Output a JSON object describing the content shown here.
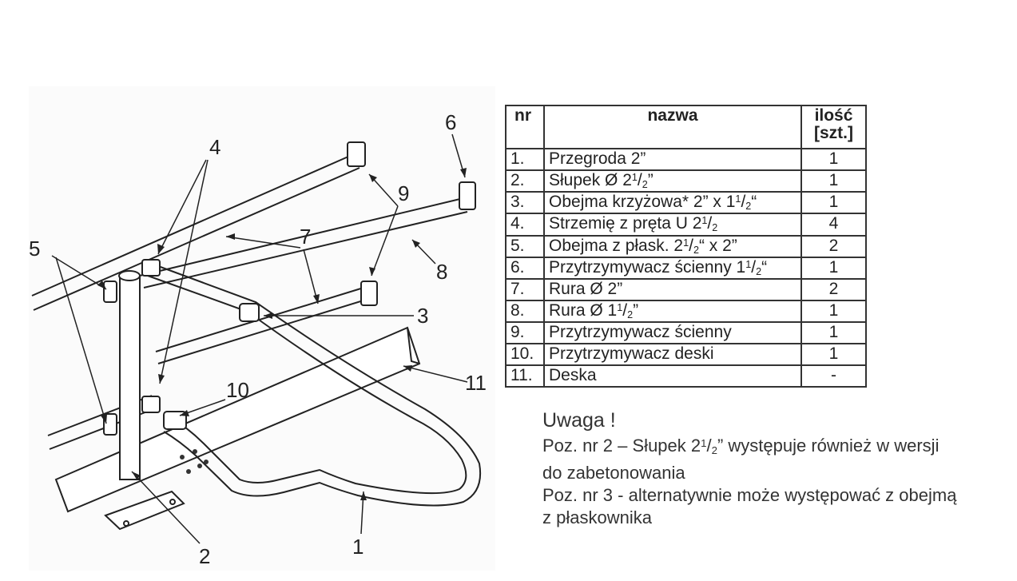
{
  "diagram": {
    "callouts": [
      "1",
      "2",
      "3",
      "4",
      "5",
      "6",
      "7",
      "8",
      "9",
      "10",
      "11"
    ]
  },
  "table": {
    "headers": {
      "nr": "nr",
      "name": "nazwa",
      "qty_line1": "ilość",
      "qty_line2": "[szt.]"
    },
    "rows": [
      {
        "nr": "1.",
        "name": {
          "text": "Przegroda 2”"
        },
        "qty": "1"
      },
      {
        "nr": "2.",
        "name": {
          "pre": "Słupek Ø 2",
          "sup": "1",
          "slash": "/",
          "sub": "2",
          "post": "”"
        },
        "qty": "1"
      },
      {
        "nr": "3.",
        "name": {
          "pre": "Obejma krzyżowa* 2” x 1",
          "sup": "1",
          "slash": "/",
          "sub": "2",
          "post": "“"
        },
        "qty": "1"
      },
      {
        "nr": "4.",
        "name": {
          "pre": "Strzemię z pręta U 2",
          "sup": "1",
          "slash": "/",
          "sub": "2",
          "post": ""
        },
        "qty": "4"
      },
      {
        "nr": "5.",
        "name": {
          "pre": "Obejma z płask.  2",
          "sup": "1",
          "slash": "/",
          "sub": "2",
          "post": "“ x 2”"
        },
        "qty": "2"
      },
      {
        "nr": "6.",
        "name": {
          "pre": "Przytrzymywacz ścienny 1",
          "sup": "1",
          "slash": "/",
          "sub": "2",
          "post": "“"
        },
        "qty": "1"
      },
      {
        "nr": "7.",
        "name": {
          "text": "Rura Ø 2”"
        },
        "qty": "2"
      },
      {
        "nr": "8.",
        "name": {
          "pre": "Rura Ø 1",
          "sup": "1",
          "slash": "/",
          "sub": "2",
          "post": "”"
        },
        "qty": "1"
      },
      {
        "nr": "9.",
        "name": {
          "text": "Przytrzymywacz ścienny"
        },
        "qty": "1"
      },
      {
        "nr": "10.",
        "name": {
          "text": "Przytrzymywacz deski"
        },
        "qty": "1"
      },
      {
        "nr": "11.",
        "name": {
          "text": "Deska"
        },
        "qty": "-"
      }
    ]
  },
  "note": {
    "title": "Uwaga !",
    "line1": {
      "pre": "Poz. nr 2 – Słupek 2",
      "sup": "1",
      "slash": "/",
      "sub": "2",
      "post": "”  występuje również w wersji"
    },
    "line2": "do zabetonowania",
    "line3": "Poz. nr 3 - alternatywnie może występować z obejmą",
    "line4": "z płaskownika"
  }
}
